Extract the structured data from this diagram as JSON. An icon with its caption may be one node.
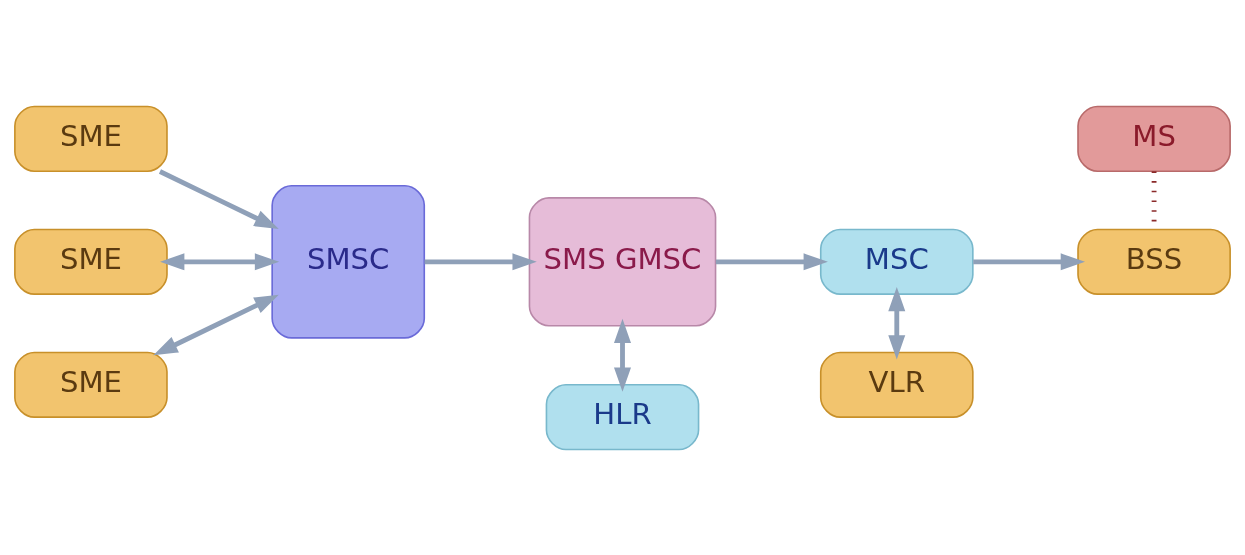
{
  "diagram": {
    "nodes": [
      {
        "text": [
          "SME"
        ]
      },
      {
        "text": [
          "SME"
        ]
      },
      {
        "text": [
          "SME"
        ]
      },
      {
        "text": [
          "SMSC"
        ]
      },
      {
        "text": [
          "SMS GMSC"
        ]
      },
      {
        "text": [
          "HLR"
        ]
      },
      {
        "text": [
          "MSC"
        ]
      },
      {
        "text": [
          "VLR"
        ]
      },
      {
        "text": [
          "BSS"
        ]
      },
      {
        "text": [
          "MS"
        ]
      }
    ],
    "edges": [
      {
        "from": 0,
        "to": 3,
        "arrow": "to"
      },
      {
        "from": 1,
        "to": 3,
        "arrow": "both"
      },
      {
        "from": 2,
        "to": 3,
        "arrow": "both"
      },
      {
        "from": 3,
        "to": 4,
        "arrow": "to"
      },
      {
        "from": 4,
        "to": 5,
        "arrow": "both"
      },
      {
        "from": 4,
        "to": 6,
        "arrow": "to"
      },
      {
        "from": 6,
        "to": 7,
        "arrow": "both"
      },
      {
        "from": 6,
        "to": 8,
        "arrow": "to"
      },
      {
        "from": 9,
        "to": 8,
        "arrow": "none",
        "style": "dashed",
        "color": "#8b2a2a"
      }
    ]
  }
}
